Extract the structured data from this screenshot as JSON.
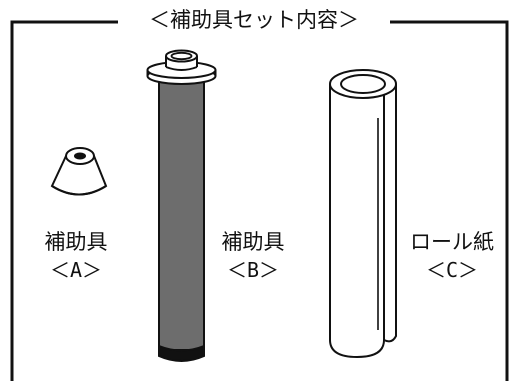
{
  "title": "＜補助具セット内容＞",
  "items": [
    {
      "id": "A",
      "name": "補助具",
      "code": "＜A＞"
    },
    {
      "id": "B",
      "name": "補助具",
      "code": "＜B＞"
    },
    {
      "id": "C",
      "name": "ロール紙",
      "code": "＜C＞"
    }
  ],
  "colors": {
    "line": "#111111",
    "tube_body": "#6d6d6d",
    "tube_end": "#111111",
    "background": "#ffffff"
  }
}
